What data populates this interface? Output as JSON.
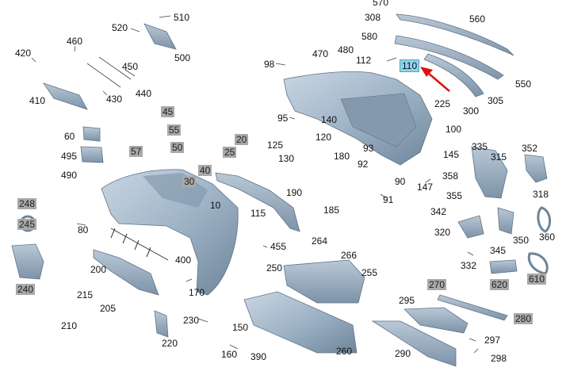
{
  "diagram": {
    "highlight_color": "#8fd3ea",
    "boxed_color": "#a9a9a9",
    "arrow_color": "#e01010",
    "part_color": "#9fb4c7",
    "labels": {
      "l570": "570",
      "l308": "308",
      "l560": "560",
      "l510": "510",
      "l520": "520",
      "l500": "500",
      "l460": "460",
      "l420": "420",
      "l450": "450",
      "l440": "440",
      "l410": "410",
      "l430": "430",
      "l580": "580",
      "l470": "470",
      "l480": "480",
      "l98": "98",
      "l112": "112",
      "l110": "110",
      "l550": "550",
      "l225": "225",
      "l300": "300",
      "l305": "305",
      "l45": "45",
      "l55": "55",
      "l50": "50",
      "l57": "57",
      "l20": "20",
      "l25": "25",
      "l40": "40",
      "l30": "30",
      "l60": "60",
      "l495": "495",
      "l490": "490",
      "l95": "95",
      "l140": "140",
      "l100": "100",
      "l125": "125",
      "l120": "120",
      "l130": "130",
      "l180": "180",
      "l93": "93",
      "l92": "92",
      "l145": "145",
      "l335": "335",
      "l352": "352",
      "l315": "315",
      "l358": "358",
      "l147": "147",
      "l90": "90",
      "l91": "91",
      "l190": "190",
      "l185": "185",
      "l355": "355",
      "l318": "318",
      "l342": "342",
      "l10": "10",
      "l115": "115",
      "l248": "248",
      "l245": "245",
      "l80": "80",
      "l320": "320",
      "l350": "350",
      "l360": "360",
      "l345": "345",
      "l455": "455",
      "l264": "264",
      "l266": "266",
      "l400": "400",
      "l240": "240",
      "l200": "200",
      "l332": "332",
      "l620": "620",
      "l610": "610",
      "l250": "250",
      "l255": "255",
      "l170": "170",
      "l215": "215",
      "l205": "205",
      "l270": "270",
      "l295": "295",
      "l280": "280",
      "l230": "230",
      "l150": "150",
      "l210": "210",
      "l220": "220",
      "l297": "297",
      "l160": "160",
      "l390": "390",
      "l260": "260",
      "l290": "290",
      "l298": "298"
    }
  }
}
